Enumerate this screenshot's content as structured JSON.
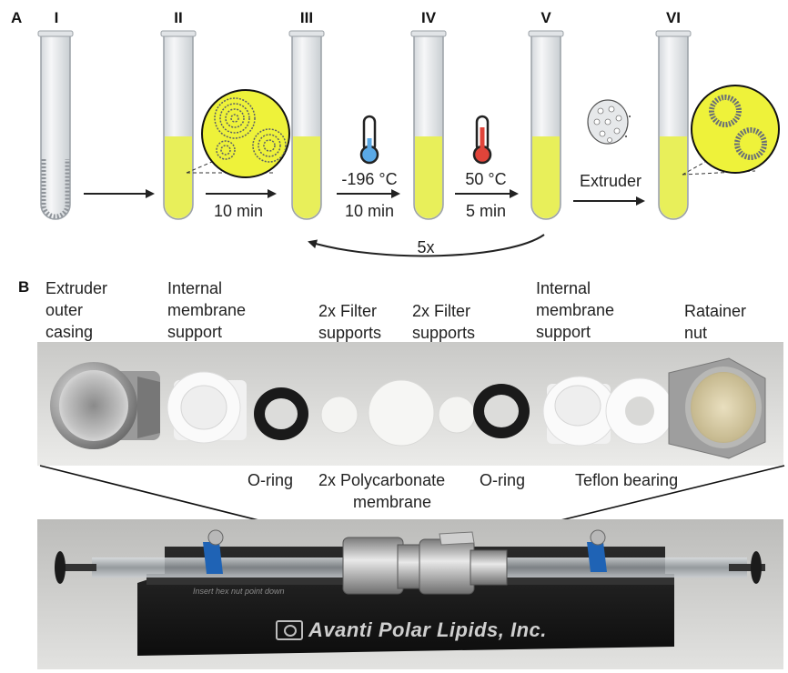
{
  "panel_a": {
    "letter": "A",
    "tube_labels": [
      "I",
      "II",
      "III",
      "IV",
      "V",
      "VI"
    ],
    "steps": {
      "step_1_time": "10 min",
      "step_2_temp": "-196 °C",
      "step_2_time": "10 min",
      "step_3_temp": "50 °C",
      "step_3_time": "5 min",
      "step_4_label": "Extruder",
      "repeat_label": "5x"
    },
    "colors": {
      "liquid": "#e8ef5a",
      "zoom_bg": "#eef23a",
      "cold": "#5aa9e6",
      "hot": "#e0443a"
    }
  },
  "panel_b": {
    "letter": "B",
    "top_labels": {
      "outer_casing": [
        "Extruder",
        "outer",
        "casing"
      ],
      "internal_support_left": [
        "Internal",
        "membrane",
        "support"
      ],
      "filter_supports_left": [
        "2x Filter",
        "supports"
      ],
      "filter_supports_right": [
        "2x Filter",
        "supports"
      ],
      "internal_support_right": [
        "Internal",
        "membrane",
        "support"
      ],
      "retainer_nut": [
        "Ratainer",
        "nut"
      ]
    },
    "bottom_labels": {
      "o_ring_left": "O-ring",
      "polycarbonate": [
        "2x Polycarbonate",
        "membrane"
      ],
      "o_ring_right": "O-ring",
      "teflon": "Teflon bearing"
    },
    "device": {
      "brand": "Avanti Polar Lipids, Inc.",
      "instruction": "Insert hex nut point down"
    }
  }
}
